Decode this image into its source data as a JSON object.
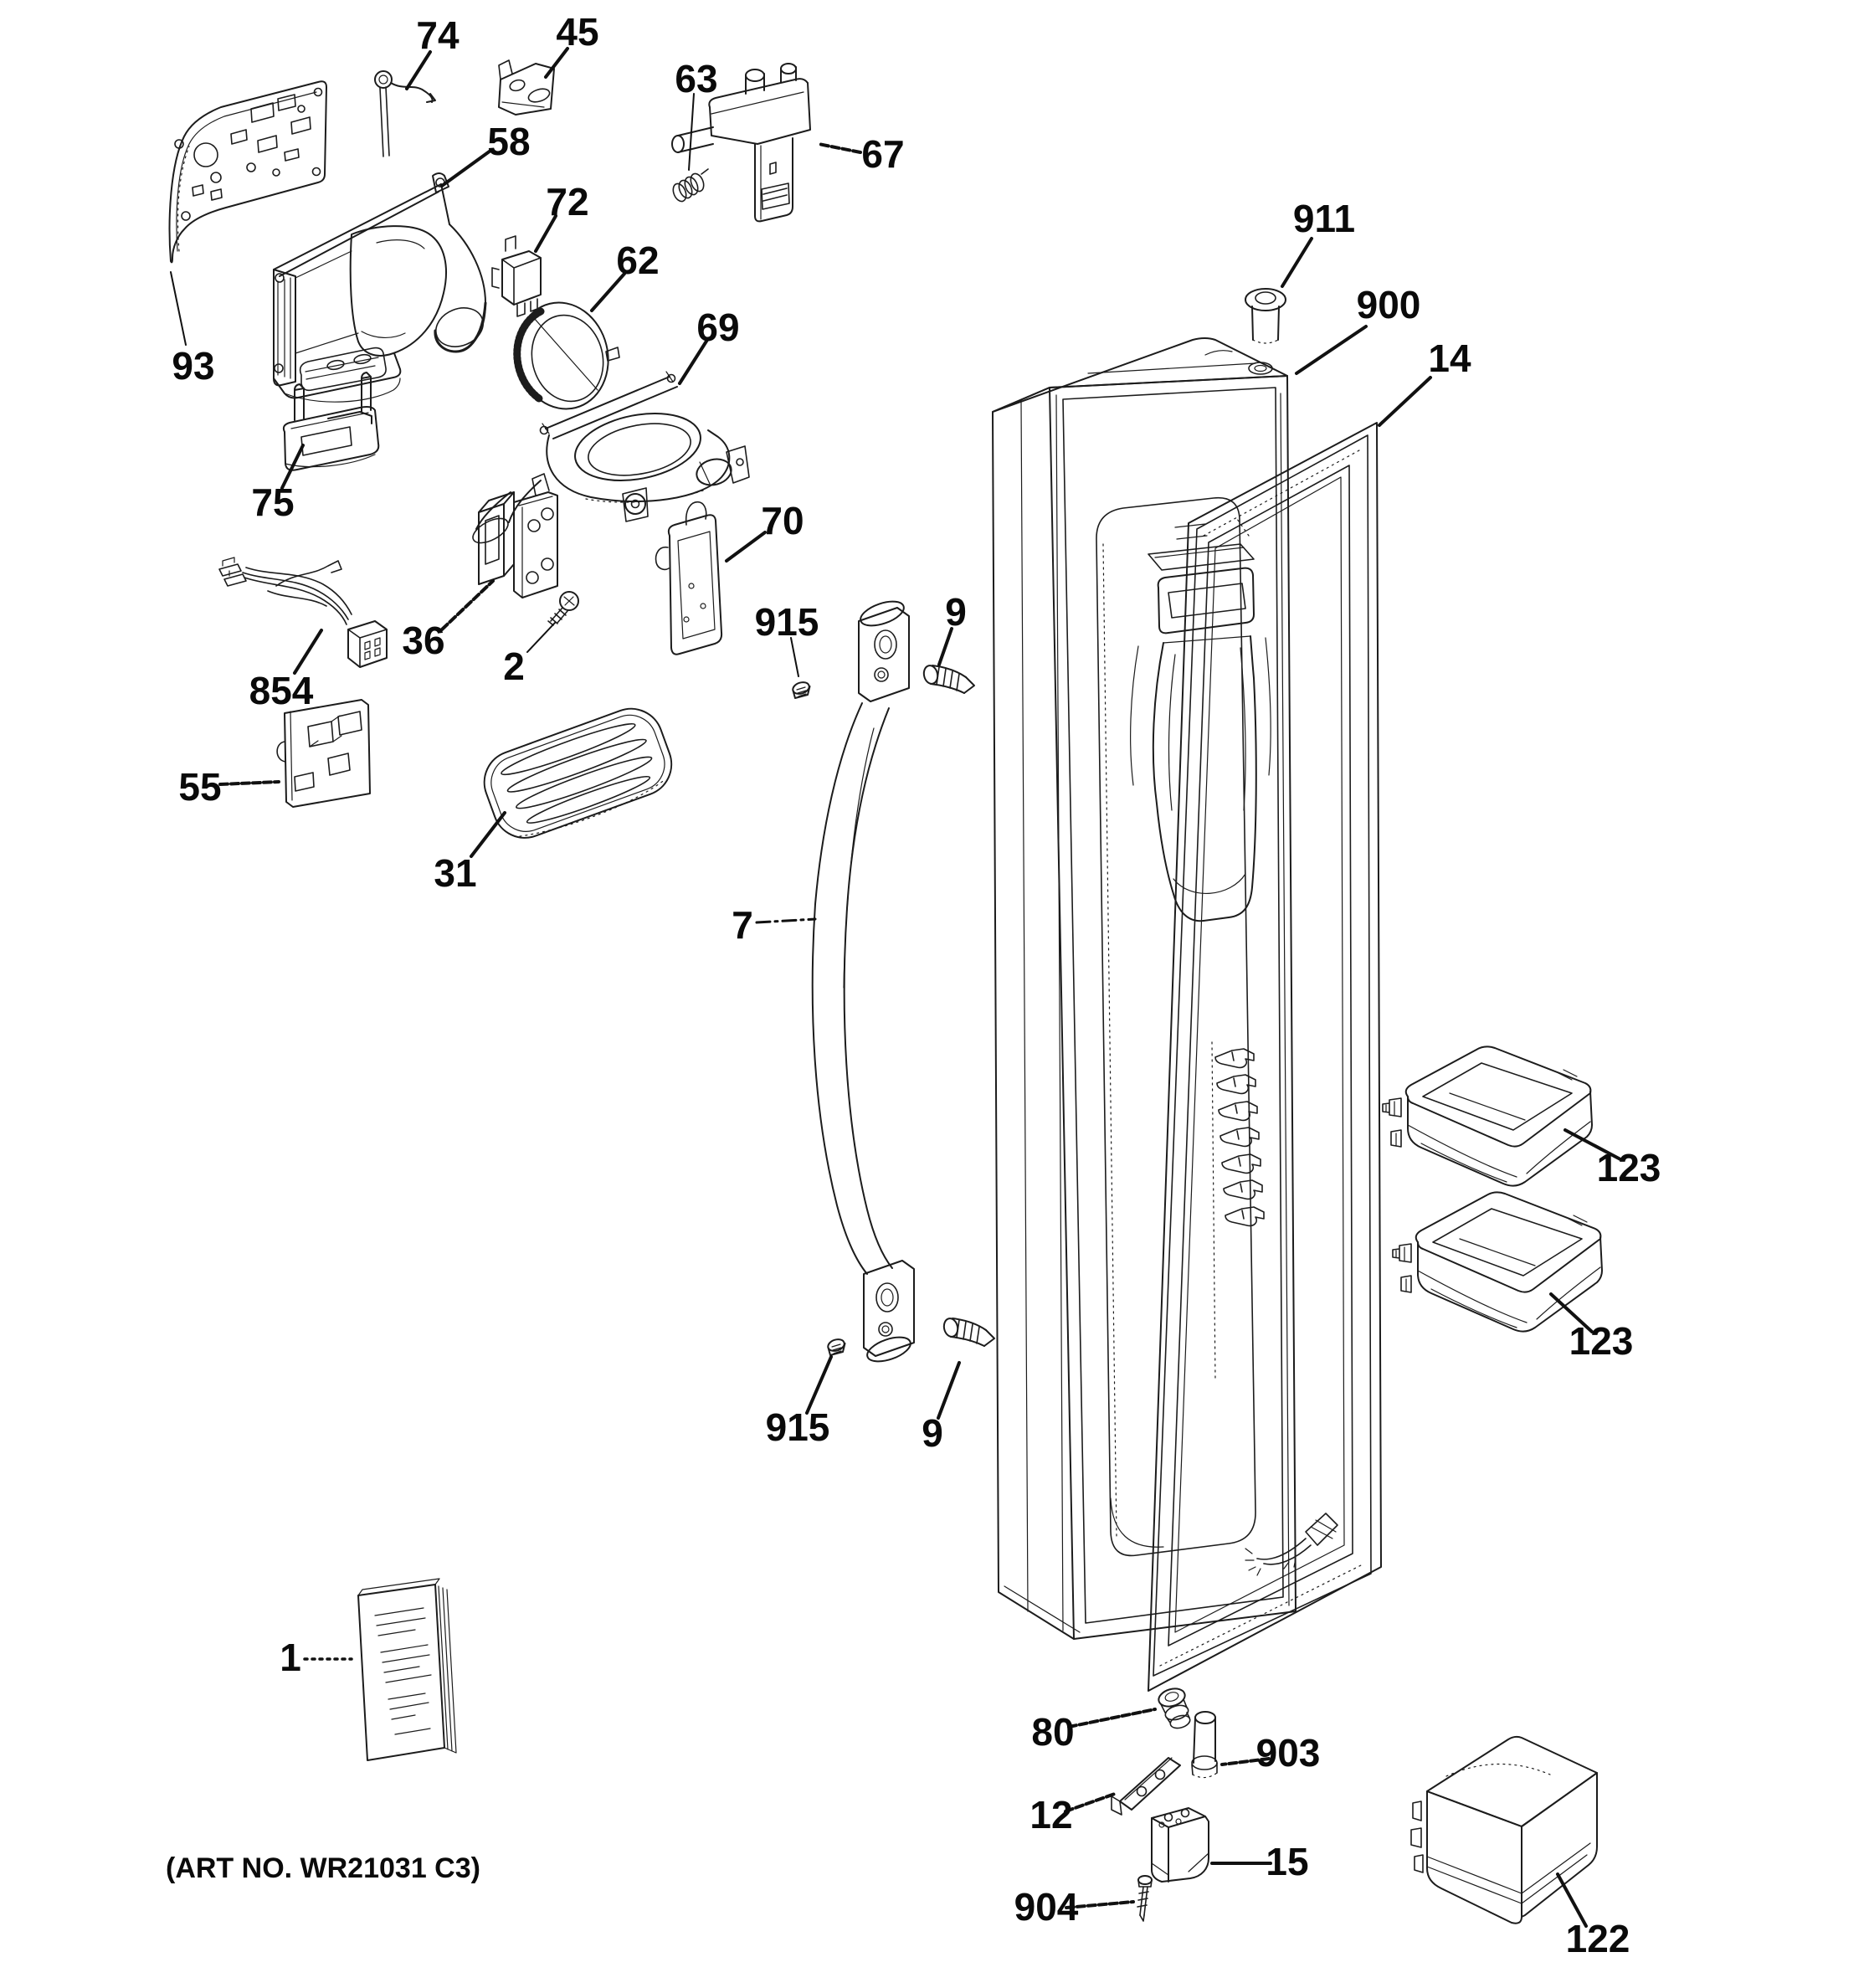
{
  "figure": {
    "art_no": "(ART NO. WR21031 C3)"
  },
  "callouts": {
    "c74": {
      "label": "74"
    },
    "c45": {
      "label": "45"
    },
    "c58": {
      "label": "58"
    },
    "c63": {
      "label": "63"
    },
    "c67": {
      "label": "67"
    },
    "c72": {
      "label": "72"
    },
    "c62": {
      "label": "62"
    },
    "c69": {
      "label": "69"
    },
    "c93": {
      "label": "93"
    },
    "c75": {
      "label": "75"
    },
    "c70": {
      "label": "70"
    },
    "c36": {
      "label": "36"
    },
    "c2": {
      "label": "2"
    },
    "c854": {
      "label": "854"
    },
    "c55": {
      "label": "55"
    },
    "c31": {
      "label": "31"
    },
    "c915_top": {
      "label": "915"
    },
    "c9_top": {
      "label": "9"
    },
    "c7": {
      "label": "7"
    },
    "c915_bottom": {
      "label": "915"
    },
    "c9_bottom": {
      "label": "9"
    },
    "c911": {
      "label": "911"
    },
    "c900": {
      "label": "900"
    },
    "c14": {
      "label": "14"
    },
    "c123_top": {
      "label": "123"
    },
    "c123_bottom": {
      "label": "123"
    },
    "c1": {
      "label": "1"
    },
    "c80": {
      "label": "80"
    },
    "c12": {
      "label": "12"
    },
    "c903": {
      "label": "903"
    },
    "c15": {
      "label": "15"
    },
    "c904": {
      "label": "904"
    },
    "c122": {
      "label": "122"
    }
  }
}
